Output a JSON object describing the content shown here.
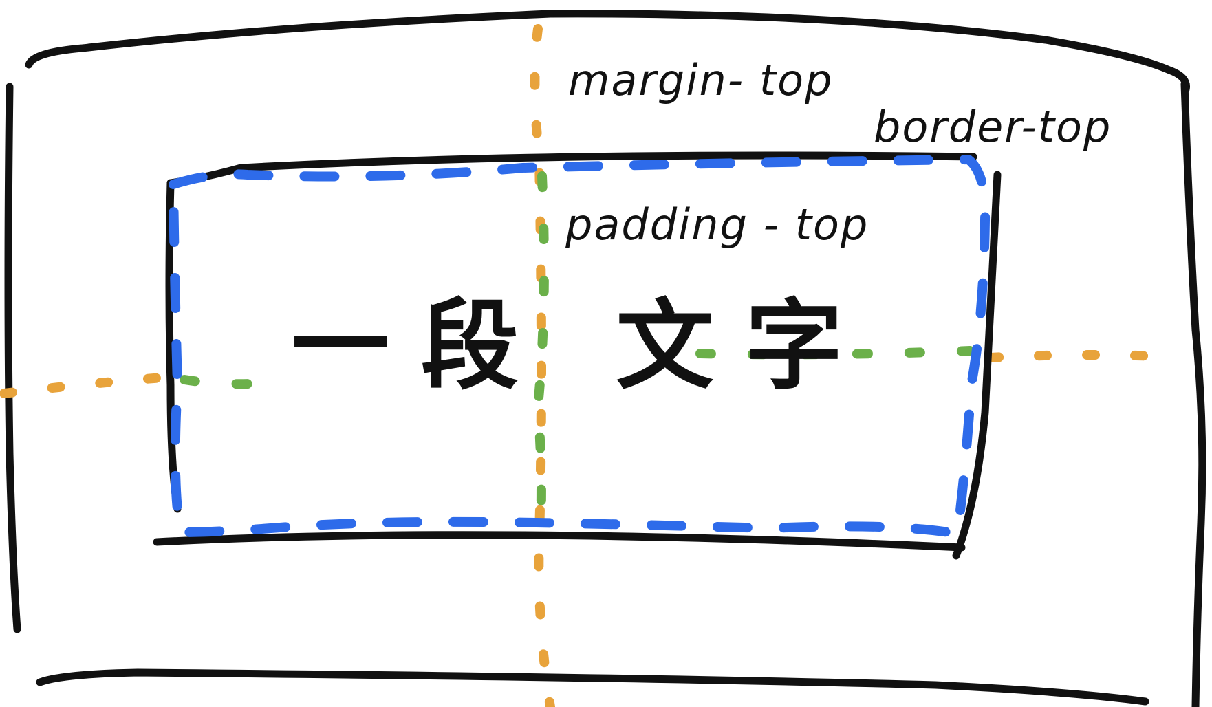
{
  "diagram": {
    "labels": {
      "margin_top": "margin- top",
      "border_top": "border-top",
      "padding_top": "padding - top",
      "content": "一段 文字"
    },
    "colors": {
      "outline": "#111111",
      "margin_guide": "#E8A33B",
      "padding_guide": "#6BB04A",
      "padding_box": "#2E6BEA",
      "background": "#ffffff"
    }
  }
}
